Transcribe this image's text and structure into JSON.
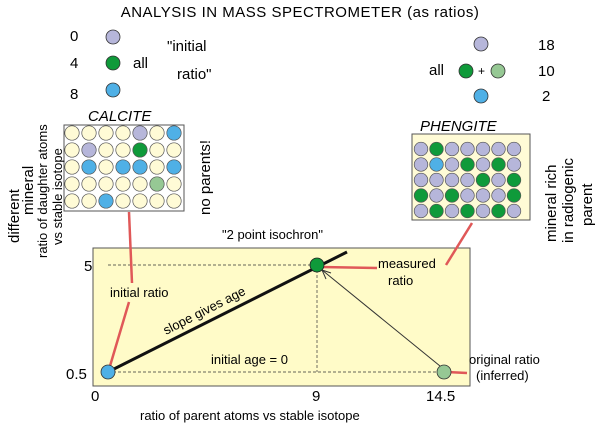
{
  "title": "ANALYSIS IN MASS SPECTROMETER (as ratios)",
  "calcite": {
    "name": "CALCITE",
    "legend_values": [
      "0",
      "4",
      "8"
    ],
    "legend_all": "all",
    "legend_note": [
      "\"initial",
      "ratio\""
    ],
    "note": "no parents!",
    "side_label": [
      "different",
      "mineral",
      "ratio of daughter atoms",
      "vs stable isotope"
    ]
  },
  "phengite": {
    "name": "PHENGITE",
    "legend_values": [
      "18",
      "10",
      "2"
    ],
    "legend_all": "all",
    "legend_plus": "+",
    "side_label": [
      "mineral rich",
      "in radiogenic",
      "parent"
    ]
  },
  "plot": {
    "isochron_label": "\"2 point isochron\"",
    "slope_label": "slope gives age",
    "initial_age_label": "initial age = 0",
    "initial_ratio_label": "initial ratio",
    "measured_label": [
      "measured",
      "ratio"
    ],
    "original_label": [
      "original ratio",
      "(inferred)"
    ],
    "x_axis_label": "ratio of parent atoms vs stable isotope",
    "x_ticks": [
      "0",
      "9",
      "14.5"
    ],
    "y_ticks": [
      "0.5",
      "5"
    ]
  },
  "chart_data": {
    "type": "scatter",
    "xlabel": "ratio of parent atoms vs stable isotope",
    "ylabel": "ratio of daughter atoms vs stable isotope",
    "x_ticks": [
      0,
      9,
      14.5
    ],
    "y_ticks": [
      0.5,
      5
    ],
    "series": [
      {
        "name": "CALCITE",
        "points": [
          {
            "x": 0,
            "y": 0.5
          }
        ]
      },
      {
        "name": "PHENGITE",
        "points": [
          {
            "x": 9,
            "y": 5
          },
          {
            "x": 14.5,
            "y": 0.5
          }
        ]
      }
    ],
    "isochron": {
      "from": {
        "x": 0,
        "y": 0.5
      },
      "to": {
        "x": 9,
        "y": 5
      }
    }
  },
  "colors": {
    "grey_purple": "#b6b6da",
    "green": "#0f9a3a",
    "light_green": "#96c894",
    "blue": "#4fb0e6",
    "cream": "#fffbd6",
    "panel_yellow": "#fffbc8",
    "red_line": "#e05858"
  }
}
